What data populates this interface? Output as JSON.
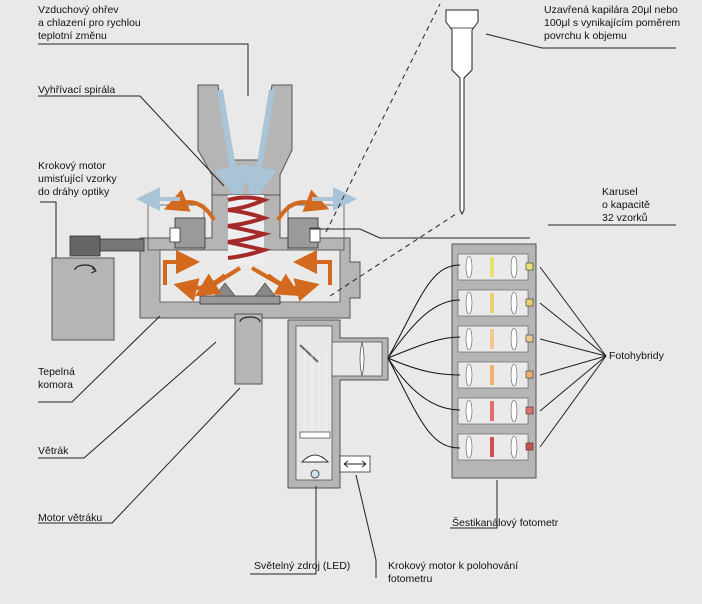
{
  "labels": {
    "air": "Vzduchový ohřev\na chlazení pro rychlou\nteplotní změnu",
    "spiral": "Vyhřívací spirála",
    "stepper_sample": "Krokový motor\numisťující vzorky\ndo dráhy optiky",
    "chamber": "Tepelná\nkomora",
    "fan": "Větrák",
    "fan_motor": "Motor větráku",
    "led": "Světelný zdroj (LED)",
    "stepper_photometer": "Krokový motor k polohování\nfotometru",
    "photometer": "Šestikanálový fotometr",
    "photohybrids": "Fotohybridy",
    "carousel": "Karusel\no kapacitě\n32 vzorků",
    "capillary": "Uzavřená kapilára 20μl nebo\n100μl s vynikajícím poměrem\npovrchu k objemu"
  },
  "colors": {
    "background": "#e9e9e9",
    "body": "#b5b5b5",
    "outline": "#555555",
    "heat_arrow": "#d2691e",
    "cool_arrow": "#a9c4d6",
    "spiral": "#a52a2a",
    "filters": [
      "#e8e070",
      "#e8d070",
      "#f0c890",
      "#f0b070",
      "#e07070",
      "#d05050"
    ]
  }
}
